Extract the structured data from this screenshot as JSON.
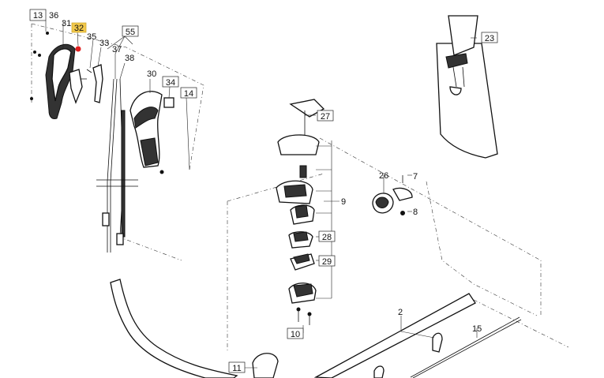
{
  "callouts": {
    "c13": "13",
    "c36": "36",
    "c31": "31",
    "c32": "32",
    "c35": "35",
    "c33": "33",
    "c37": "37",
    "c55": "55",
    "c38": "38",
    "c30": "30",
    "c34": "34",
    "c14": "14",
    "c23": "23",
    "c27": "27",
    "c9": "9",
    "c26": "26",
    "c7": "7",
    "c8": "8",
    "c28": "28",
    "c29": "29",
    "c10": "10",
    "c2": "2",
    "c15": "15",
    "c11": "11"
  },
  "colors": {
    "highlight": "#f2c94c",
    "marker": "#e02020"
  }
}
